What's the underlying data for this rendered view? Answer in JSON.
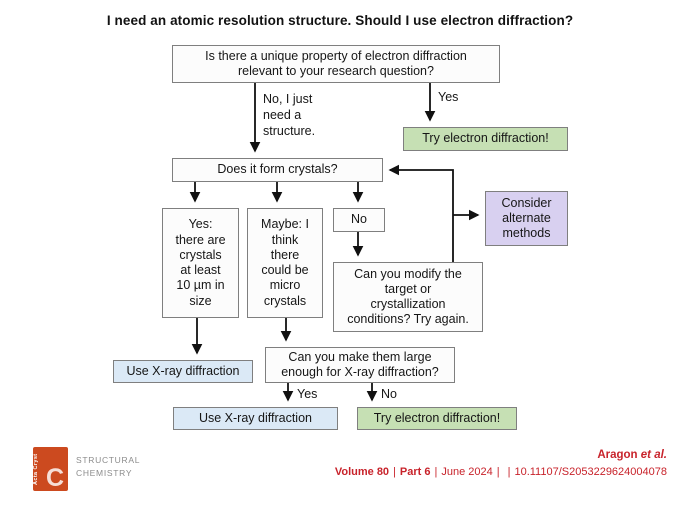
{
  "title": "I need an atomic resolution structure. Should I use electron diffraction?",
  "colors": {
    "green_box": "#c6e0b4",
    "blue_box": "#dbe9f6",
    "purple_box": "#d8d0f0",
    "box_border": "#7f7f7f",
    "footer_red": "#c8232b",
    "logo_orange": "#cc4a1f"
  },
  "flowchart": {
    "nodes": {
      "unique_property": "Is there a unique property of electron diffraction\nrelevant to your research question?",
      "try_ed_top": "Try electron diffraction!",
      "form_crystals": "Does it form crystals?",
      "yes_crystals": "Yes:\nthere are\ncrystals\nat least\n10 µm in\nsize",
      "maybe_micro": "Maybe: I\nthink\nthere\ncould be\nmicro\ncrystals",
      "no_crystals": "No",
      "modify_target": "Can you modify the\ntarget or\ncrystallization\nconditions? Try again.",
      "consider_alternate": "Consider\nalternate\nmethods",
      "use_xrd_left": "Use X-ray diffraction",
      "make_large": "Can you make them large\nenough for X-ray diffraction?",
      "use_xrd_bottom": "Use X-ray diffraction",
      "try_ed_bottom": "Try electron diffraction!"
    },
    "edge_labels": {
      "no_structure": "No, I just\nneed a\nstructure.",
      "yes_top": "Yes",
      "yes_bottom": "Yes",
      "no_bottom": "No"
    }
  },
  "footer": {
    "logo_vertical_text": "Acta Cryst",
    "logo_letter": "C",
    "journal_line1": "STRUCTURAL",
    "journal_line2": "CHEMISTRY",
    "authors": "Aragon ",
    "authors_etal": "et al.",
    "volume": "Volume 80",
    "part": "Part 6",
    "date": "June 2024",
    "doi": "10.11107/S2053229624004078",
    "separator": "|"
  }
}
